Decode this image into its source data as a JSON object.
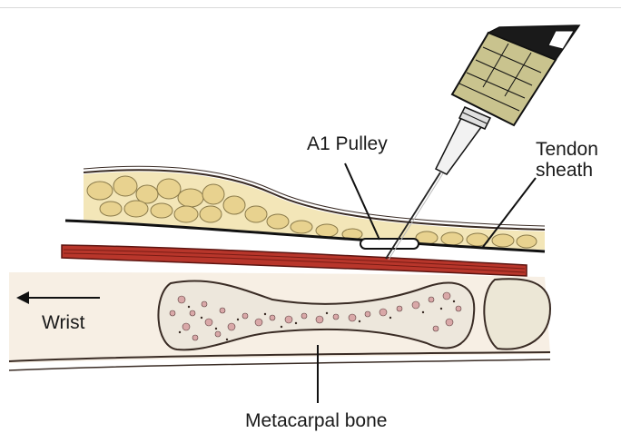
{
  "labels": {
    "a1_pulley": "A1 Pulley",
    "tendon_sheath_line1": "Tendon",
    "tendon_sheath_line2": "sheath",
    "wrist": "Wrist",
    "metacarpal_bone": "Metacarpal bone"
  },
  "colors": {
    "fat": "#f3e6b8",
    "fat_globule": "#e8d28f",
    "skin_outline": "#3a2c25",
    "tendon": "#b8362b",
    "tendon_stripe": "#7a1c15",
    "bone": "#ede7dc",
    "bone_spot": "#d9a8a8",
    "soft_tissue": "#f7efe4",
    "syringe_body": "#c9c38e",
    "syringe_dark": "#1a1a1a"
  }
}
